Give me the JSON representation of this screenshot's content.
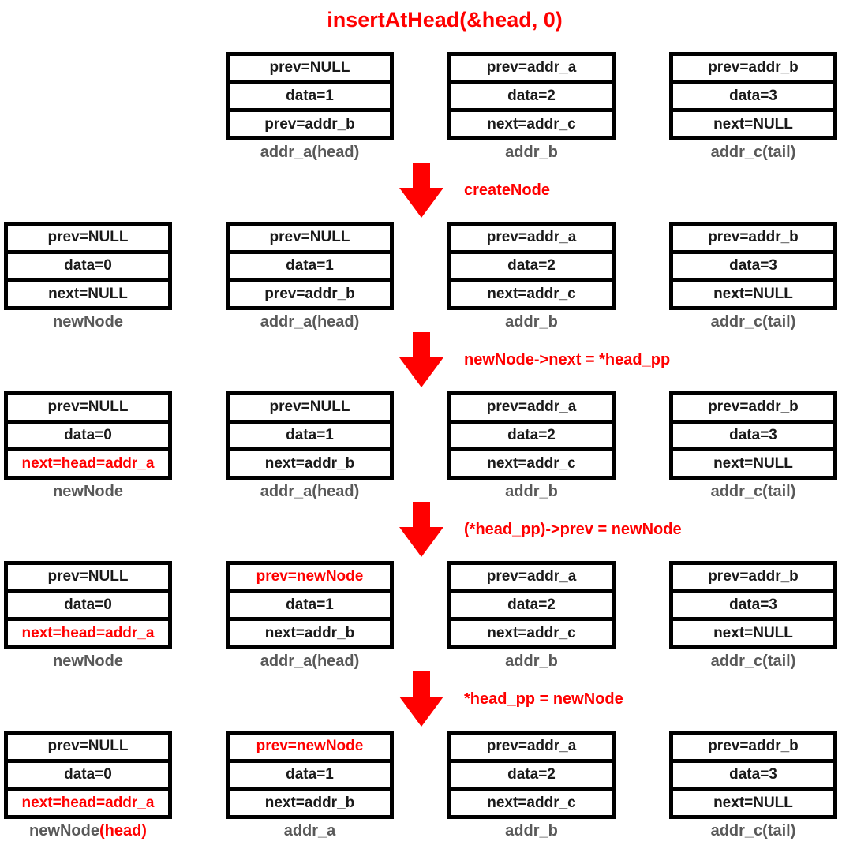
{
  "title": "insertAtHead(&head, 0)",
  "colors": {
    "accent_red": "#FF0000",
    "label_gray": "#595959",
    "node_border": "#000000",
    "background": "#FFFFFF"
  },
  "steps": [
    {
      "label": "createNode"
    },
    {
      "label": "newNode->next = *head_pp"
    },
    {
      "label": "(*head_pp)->prev = newNode"
    },
    {
      "label": "*head_pp = newNode"
    }
  ],
  "rows": [
    {
      "nodes": [
        {
          "label": "addr_a(head)",
          "fields": [
            {
              "text": "prev=NULL",
              "red": false
            },
            {
              "text": "data=1",
              "red": false
            },
            {
              "text": "prev=addr_b",
              "red": false
            }
          ]
        },
        {
          "label": "addr_b",
          "fields": [
            {
              "text": "prev=addr_a",
              "red": false
            },
            {
              "text": "data=2",
              "red": false
            },
            {
              "text": "next=addr_c",
              "red": false
            }
          ]
        },
        {
          "label": "addr_c(tail)",
          "fields": [
            {
              "text": "prev=addr_b",
              "red": false
            },
            {
              "text": "data=3",
              "red": false
            },
            {
              "text": "next=NULL",
              "red": false
            }
          ]
        }
      ]
    },
    {
      "nodes": [
        {
          "label": "newNode",
          "fields": [
            {
              "text": "prev=NULL",
              "red": false
            },
            {
              "text": "data=0",
              "red": false
            },
            {
              "text": "next=NULL",
              "red": false
            }
          ]
        },
        {
          "label": "addr_a(head)",
          "fields": [
            {
              "text": "prev=NULL",
              "red": false
            },
            {
              "text": "data=1",
              "red": false
            },
            {
              "text": "prev=addr_b",
              "red": false
            }
          ]
        },
        {
          "label": "addr_b",
          "fields": [
            {
              "text": "prev=addr_a",
              "red": false
            },
            {
              "text": "data=2",
              "red": false
            },
            {
              "text": "next=addr_c",
              "red": false
            }
          ]
        },
        {
          "label": "addr_c(tail)",
          "fields": [
            {
              "text": "prev=addr_b",
              "red": false
            },
            {
              "text": "data=3",
              "red": false
            },
            {
              "text": "next=NULL",
              "red": false
            }
          ]
        }
      ]
    },
    {
      "nodes": [
        {
          "label": "newNode",
          "fields": [
            {
              "text": "prev=NULL",
              "red": false
            },
            {
              "text": "data=0",
              "red": false
            },
            {
              "text": "next=head=addr_a",
              "red": true
            }
          ]
        },
        {
          "label": "addr_a(head)",
          "fields": [
            {
              "text": "prev=NULL",
              "red": false
            },
            {
              "text": "data=1",
              "red": false
            },
            {
              "text": "next=addr_b",
              "red": false
            }
          ]
        },
        {
          "label": "addr_b",
          "fields": [
            {
              "text": "prev=addr_a",
              "red": false
            },
            {
              "text": "data=2",
              "red": false
            },
            {
              "text": "next=addr_c",
              "red": false
            }
          ]
        },
        {
          "label": "addr_c(tail)",
          "fields": [
            {
              "text": "prev=addr_b",
              "red": false
            },
            {
              "text": "data=3",
              "red": false
            },
            {
              "text": "next=NULL",
              "red": false
            }
          ]
        }
      ]
    },
    {
      "nodes": [
        {
          "label": "newNode",
          "fields": [
            {
              "text": "prev=NULL",
              "red": false
            },
            {
              "text": "data=0",
              "red": false
            },
            {
              "text": "next=head=addr_a",
              "red": true
            }
          ]
        },
        {
          "label": "addr_a(head)",
          "fields": [
            {
              "text": "prev=newNode",
              "red": true
            },
            {
              "text": "data=1",
              "red": false
            },
            {
              "text": "next=addr_b",
              "red": false
            }
          ]
        },
        {
          "label": "addr_b",
          "fields": [
            {
              "text": "prev=addr_a",
              "red": false
            },
            {
              "text": "data=2",
              "red": false
            },
            {
              "text": "next=addr_c",
              "red": false
            }
          ]
        },
        {
          "label": "addr_c(tail)",
          "fields": [
            {
              "text": "prev=addr_b",
              "red": false
            },
            {
              "text": "data=3",
              "red": false
            },
            {
              "text": "next=NULL",
              "red": false
            }
          ]
        }
      ]
    },
    {
      "nodes": [
        {
          "label": "newNode",
          "label_suffix": "(head)",
          "fields": [
            {
              "text": "prev=NULL",
              "red": false
            },
            {
              "text": "data=0",
              "red": false
            },
            {
              "text": "next=head=addr_a",
              "red": true
            }
          ]
        },
        {
          "label": "addr_a",
          "fields": [
            {
              "text": "prev=newNode",
              "red": true
            },
            {
              "text": "data=1",
              "red": false
            },
            {
              "text": "next=addr_b",
              "red": false
            }
          ]
        },
        {
          "label": "addr_b",
          "fields": [
            {
              "text": "prev=addr_a",
              "red": false
            },
            {
              "text": "data=2",
              "red": false
            },
            {
              "text": "next=addr_c",
              "red": false
            }
          ]
        },
        {
          "label": "addr_c(tail)",
          "fields": [
            {
              "text": "prev=addr_b",
              "red": false
            },
            {
              "text": "data=3",
              "red": false
            },
            {
              "text": "next=NULL",
              "red": false
            }
          ]
        }
      ]
    }
  ]
}
